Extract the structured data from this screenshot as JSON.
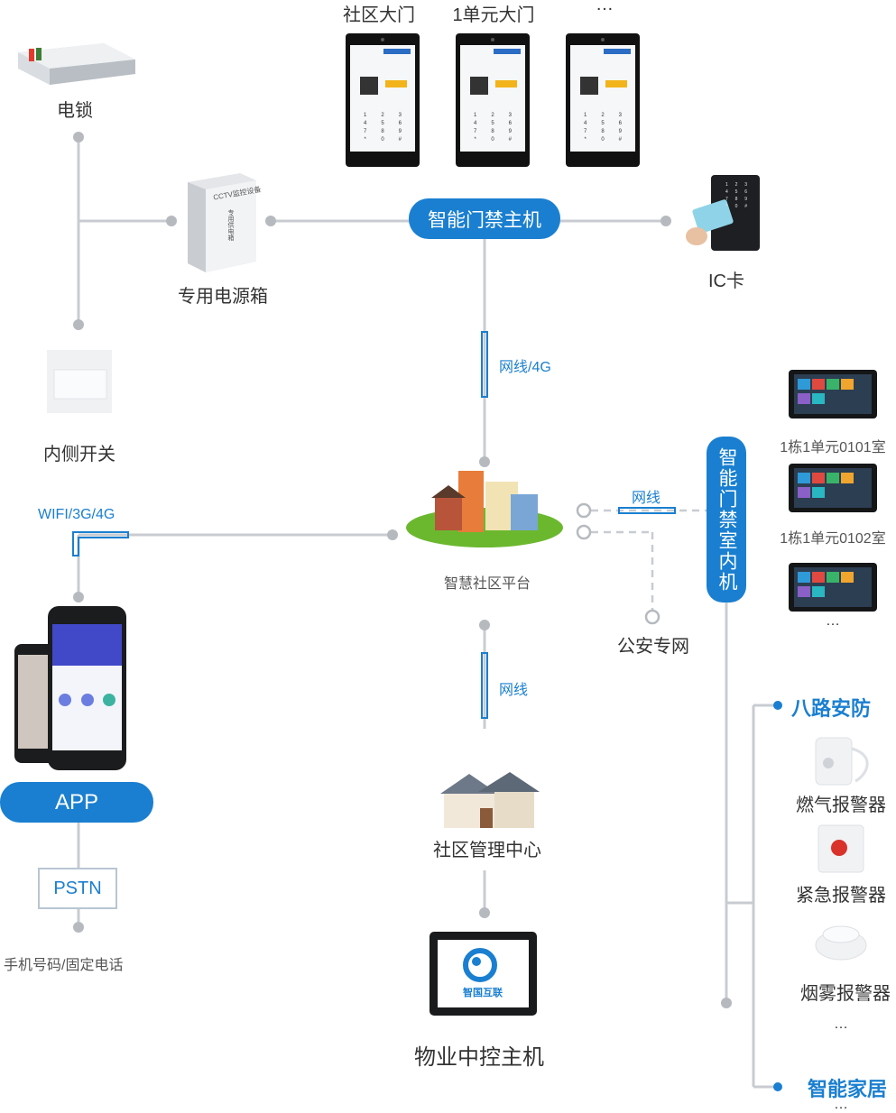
{
  "colors": {
    "accent": "#1a7fd0",
    "line": "#c8ccd2",
    "dot": "#b6babf",
    "text": "#333333"
  },
  "top_labels": [
    "社区大门",
    "1单元大门",
    "…"
  ],
  "nodes": {
    "lock": "电锁",
    "power_box": "专用电源箱",
    "inner_switch": "内侧开关",
    "door_host": "智能门禁主机",
    "ic_card": "IC卡",
    "platform": "智慧社区平台",
    "police": "公安专网",
    "app": "APP",
    "pstn": "PSTN",
    "phone": "手机号码/固定电话",
    "mgmt_center": "社区管理中心",
    "property_host": "物业中控主机",
    "indoor_unit": "智能门禁室内机",
    "room1": "1栋1单元0101室",
    "room2": "1栋1单元0102室",
    "room_more": "…"
  },
  "links": {
    "net4g": "网线/4G",
    "wifi": "WIFI/3G/4G",
    "net_right": "网线",
    "net_bottom": "网线"
  },
  "security": {
    "title": "八路安防",
    "items": [
      "燃气报警器",
      "紧急报警器",
      "烟雾报警器"
    ],
    "more": "…",
    "home_title": "智能家居",
    "home_more": "…"
  },
  "devices": {
    "power_box_text": "CCTV监控设备",
    "power_box_sub": "专用供电箱",
    "brand": "智国互联"
  },
  "keypad": [
    "1",
    "2",
    "3",
    "4",
    "5",
    "6",
    "7",
    "8",
    "9",
    "*",
    "0",
    "#"
  ]
}
